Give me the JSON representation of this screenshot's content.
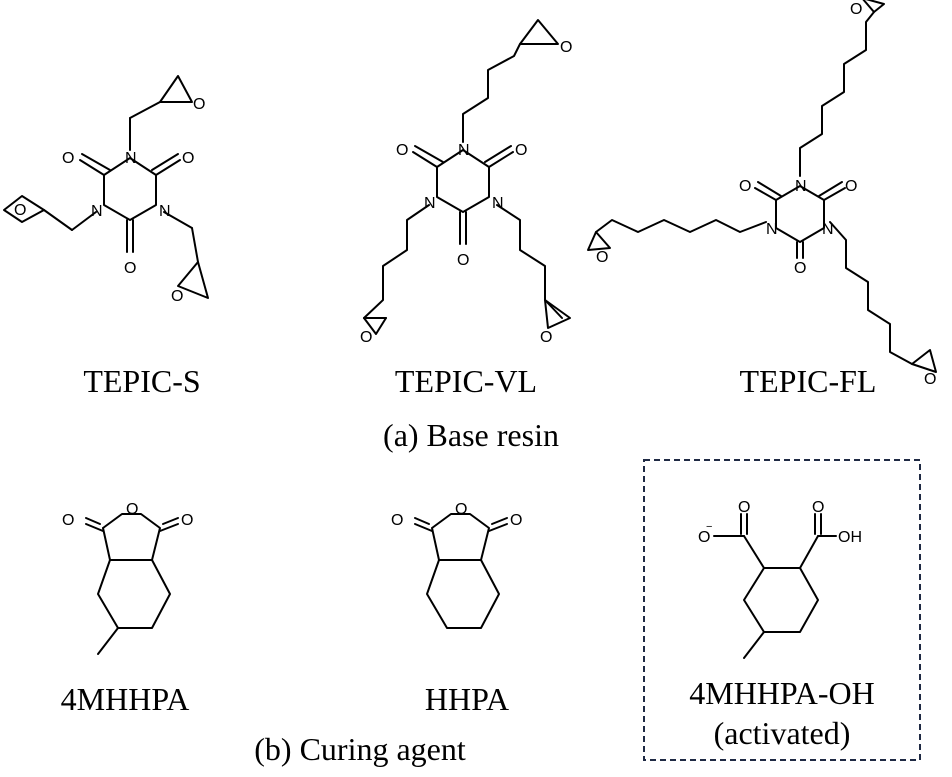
{
  "section_a": {
    "caption": "(a) Base resin",
    "molecules": [
      {
        "name": "TEPIC-S",
        "atoms": {
          "o": "O",
          "n": "N"
        }
      },
      {
        "name": "TEPIC-VL",
        "atoms": {
          "o": "O",
          "n": "N"
        }
      },
      {
        "name": "TEPIC-FL",
        "atoms": {
          "o": "O",
          "n": "N"
        }
      }
    ]
  },
  "section_b": {
    "caption": "(b) Curing agent",
    "molecules": [
      {
        "name": "4MHHPA",
        "atoms": {
          "o": "O"
        }
      },
      {
        "name": "HHPA",
        "atoms": {
          "o": "O"
        }
      },
      {
        "name": "4MHHPA-OH",
        "note": "(activated)",
        "atoms": {
          "o": "O",
          "oh": "OH",
          "minus": "−"
        }
      }
    ]
  },
  "colors": {
    "ink": "#000000",
    "highlight_box": "#1f2a44"
  }
}
